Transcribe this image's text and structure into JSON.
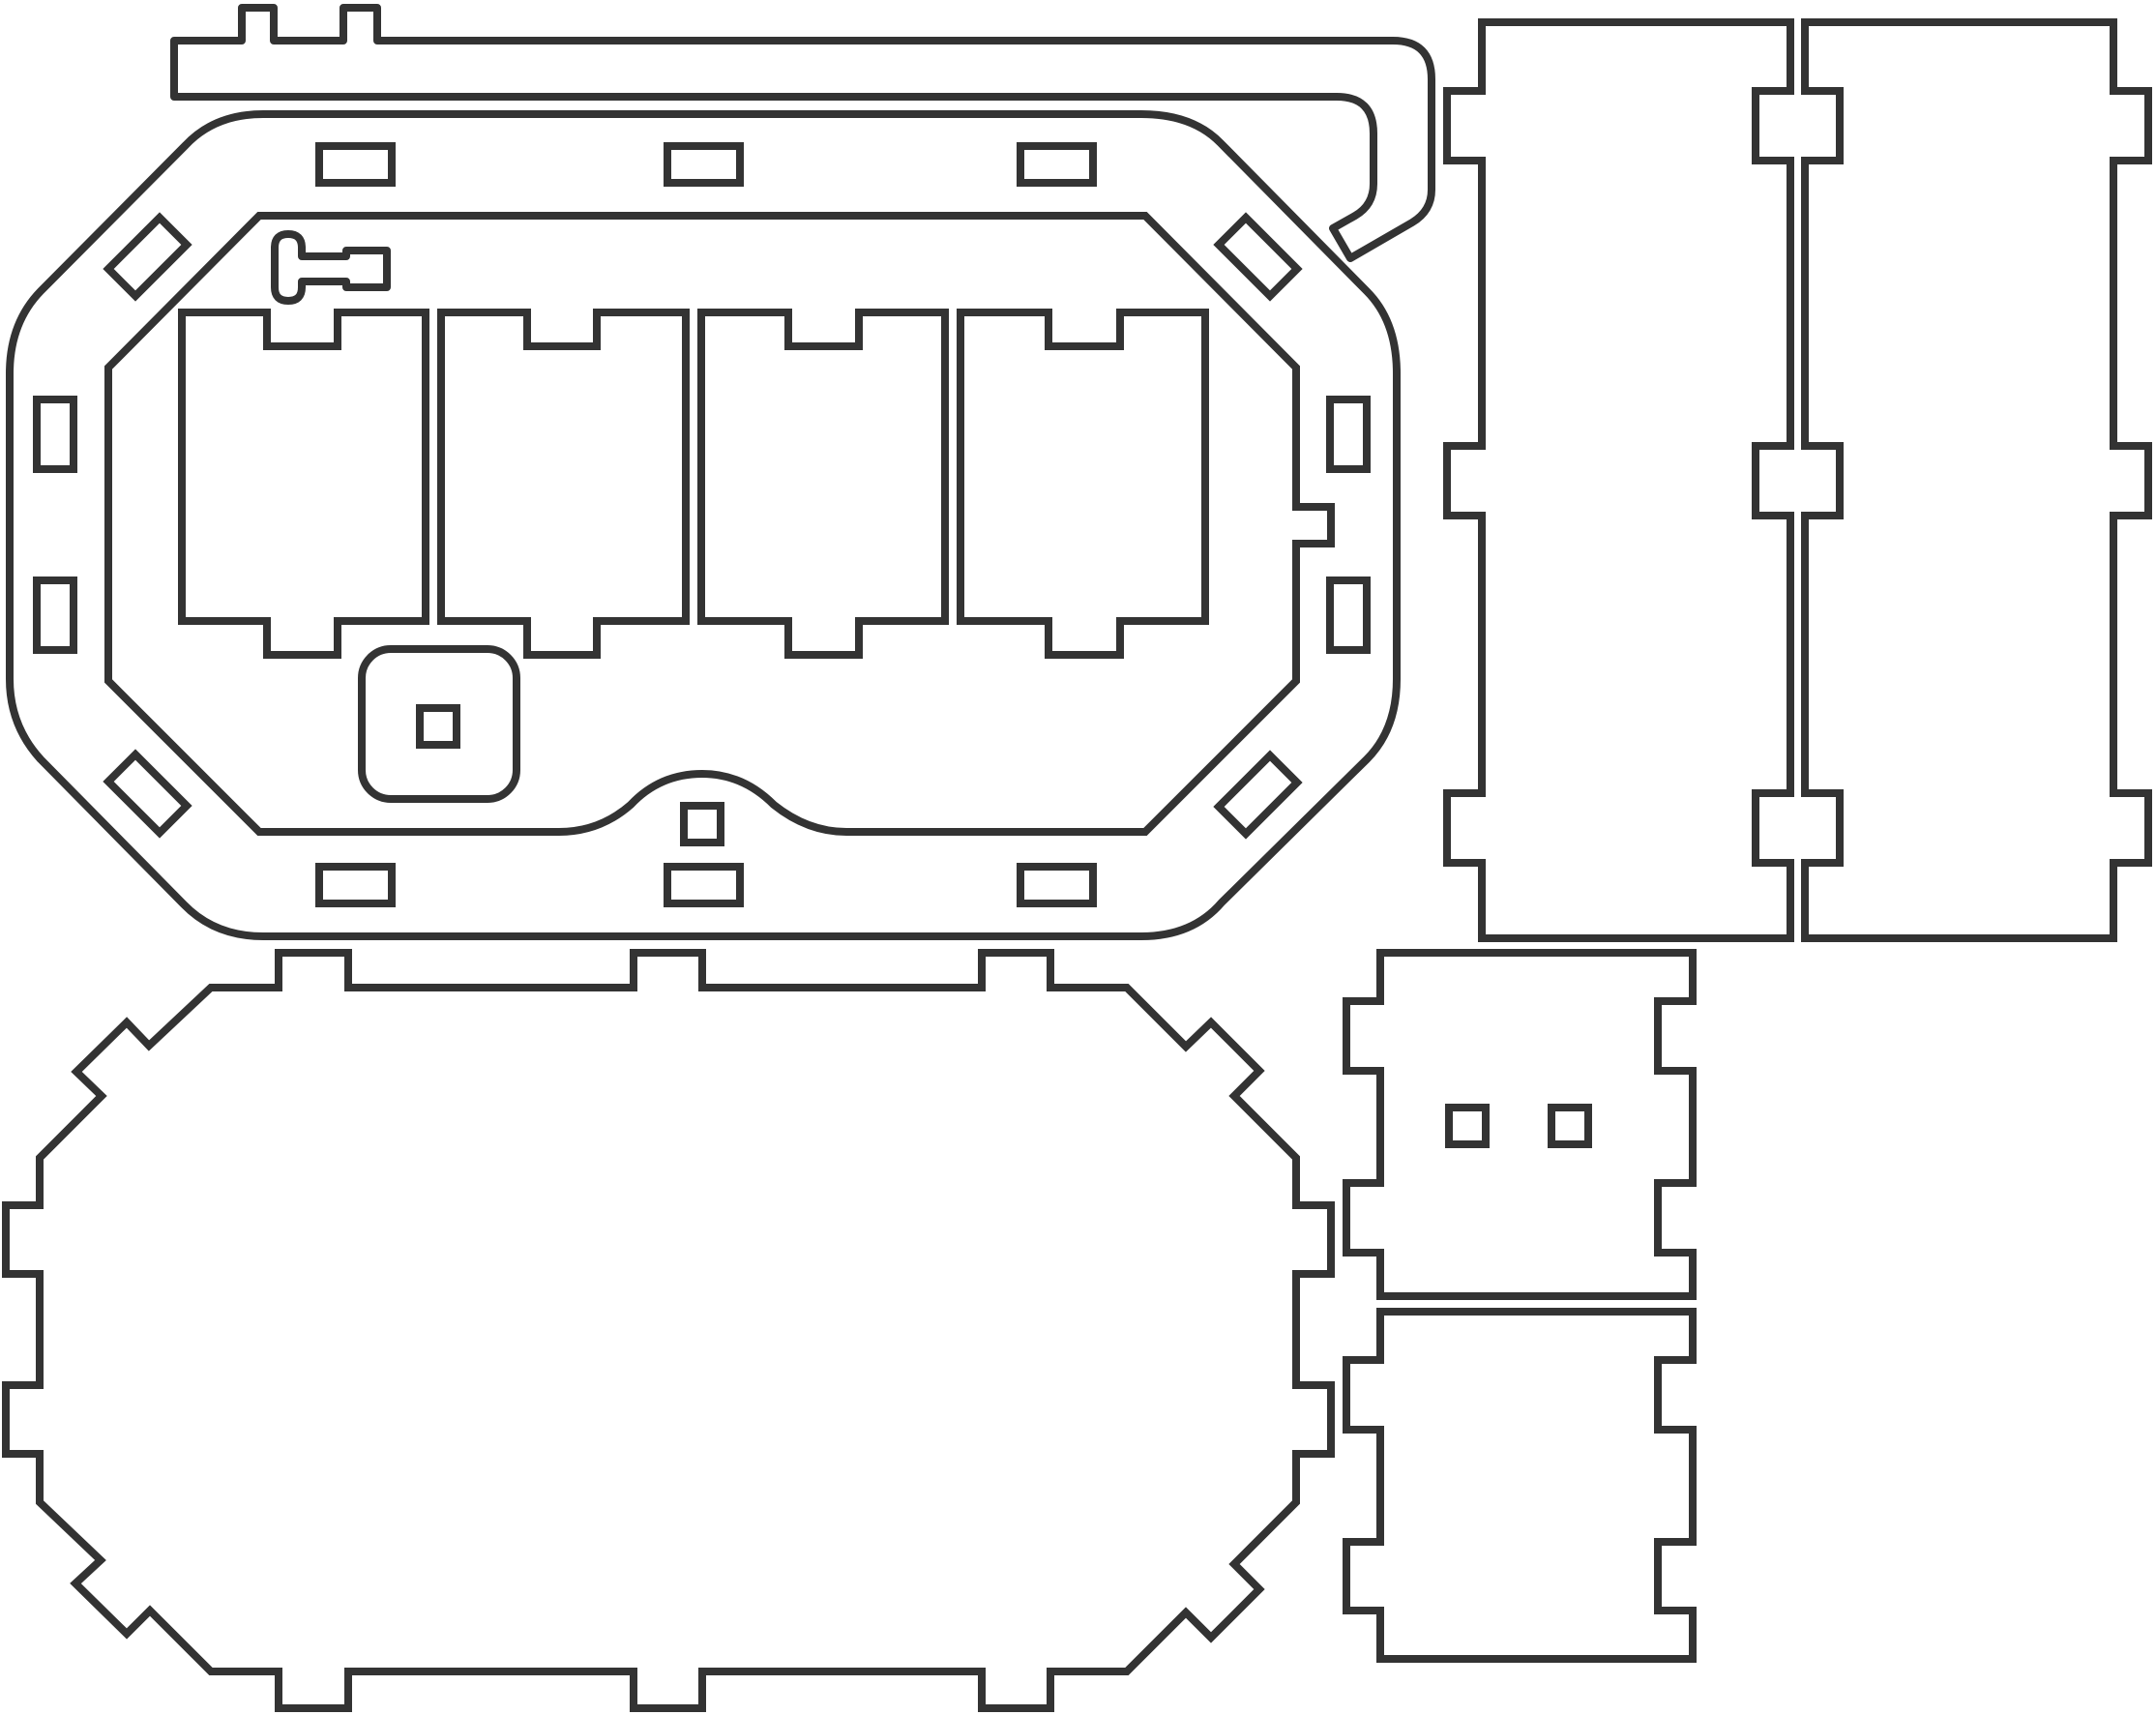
{
  "drawing": {
    "type": "laser-cut template",
    "stroke_color": "#333333",
    "background_color": "#ffffff",
    "text": []
  },
  "parts": [
    {
      "name": "hinge-strip-part"
    },
    {
      "name": "top-lid-part"
    },
    {
      "name": "bottom-plate-part"
    },
    {
      "name": "long-side-panel-left"
    },
    {
      "name": "long-side-panel-right"
    },
    {
      "name": "short-end-panel-with-slots"
    },
    {
      "name": "short-end-panel-plain"
    }
  ]
}
